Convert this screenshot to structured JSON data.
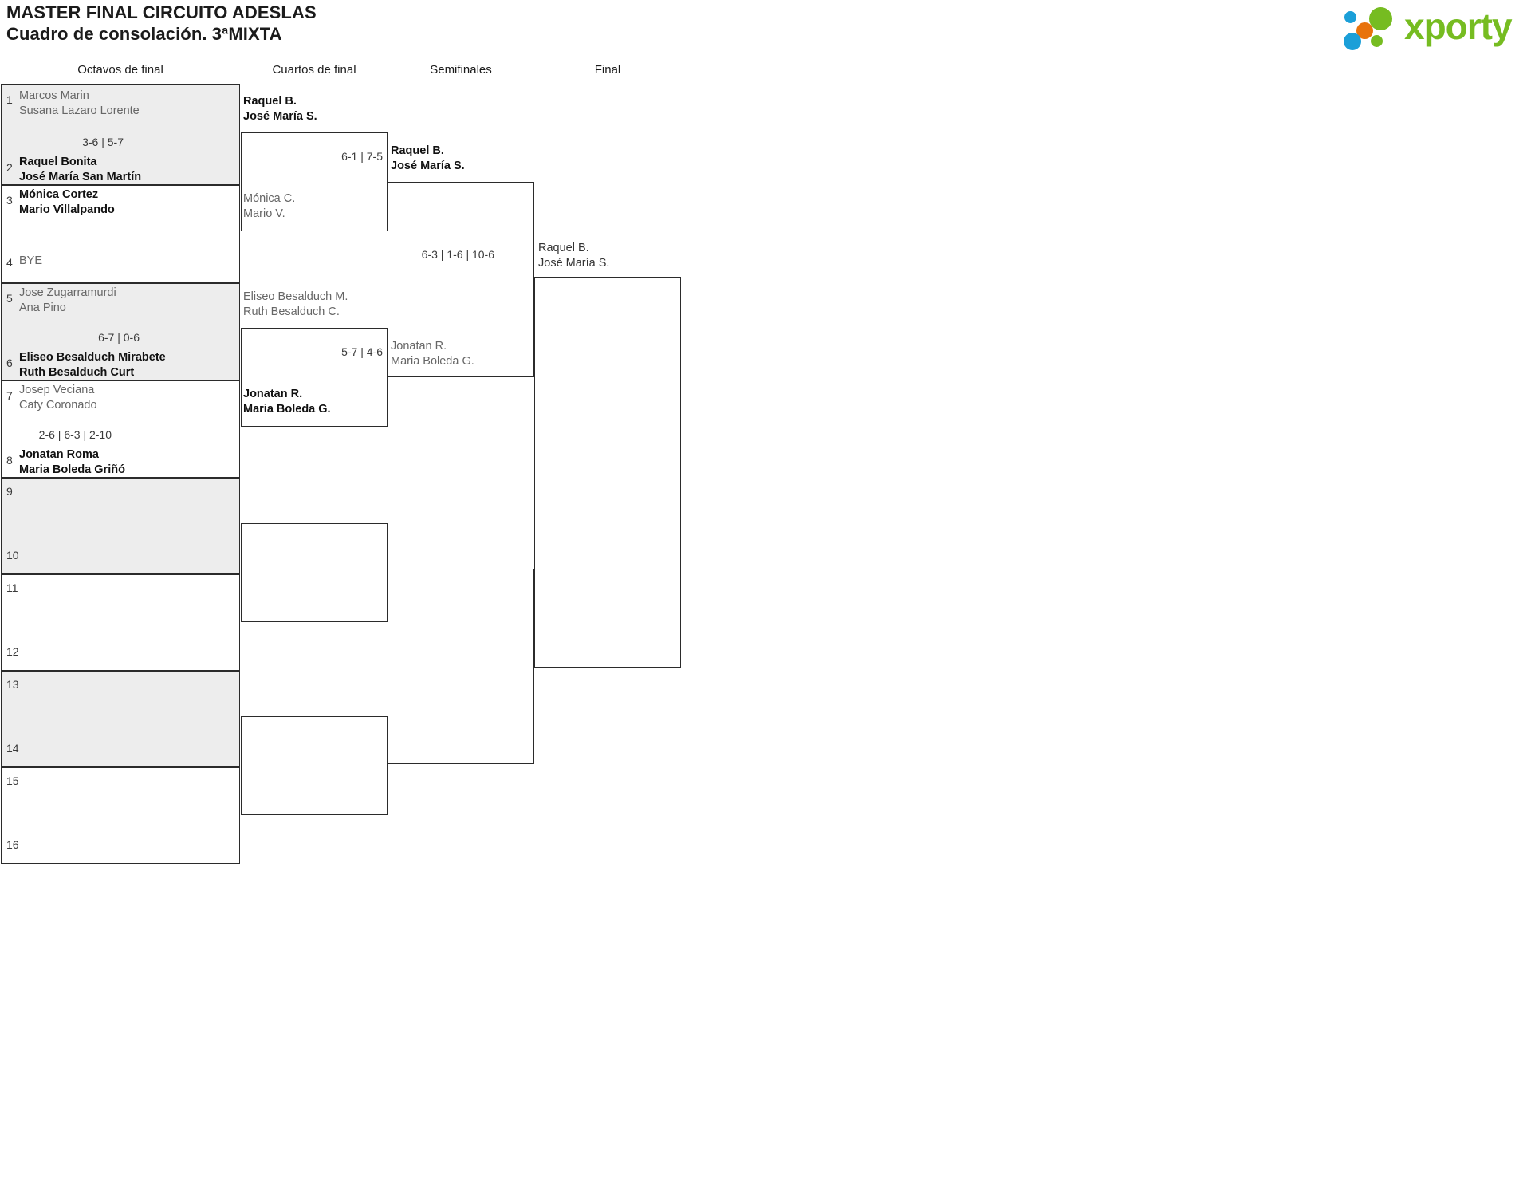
{
  "header": {
    "title_line1": "MASTER FINAL CIRCUITO ADESLAS",
    "title_line2": "Cuadro de consolación. 3ªMIXTA",
    "logo_word": "xporty",
    "logo_colors": {
      "blue": "#1b9fd8",
      "orange": "#e8730c",
      "green": "#76bc21"
    }
  },
  "rounds": [
    {
      "id": "octavos",
      "label": "Octavos de final"
    },
    {
      "id": "cuartos",
      "label": "Cuartos de final"
    },
    {
      "id": "semis",
      "label": "Semifinales"
    },
    {
      "id": "final",
      "label": "Final"
    }
  ],
  "octavos": {
    "slots": [
      {
        "seed": "1",
        "line1": "Marcos Marin",
        "line2": "Susana Lazaro Lorente",
        "state": "loser"
      },
      {
        "seed": "2",
        "line1": "Raquel Bonita",
        "line2": "José María San Martín",
        "state": "winner"
      },
      {
        "seed": "3",
        "line1": "Mónica Cortez",
        "line2": "Mario Villalpando",
        "state": "winner"
      },
      {
        "seed": "4",
        "line1": "BYE",
        "line2": "",
        "state": "bye"
      },
      {
        "seed": "5",
        "line1": "Jose Zugarramurdi",
        "line2": "Ana Pino",
        "state": "loser"
      },
      {
        "seed": "6",
        "line1": "Eliseo Besalduch Mirabete",
        "line2": "Ruth Besalduch Curt",
        "state": "winner"
      },
      {
        "seed": "7",
        "line1": "Josep Veciana",
        "line2": "Caty Coronado",
        "state": "loser"
      },
      {
        "seed": "8",
        "line1": "Jonatan Roma",
        "line2": "Maria Boleda Griñó",
        "state": "winner"
      },
      {
        "seed": "9",
        "line1": "",
        "line2": "",
        "state": "empty"
      },
      {
        "seed": "10",
        "line1": "",
        "line2": "",
        "state": "empty"
      },
      {
        "seed": "11",
        "line1": "",
        "line2": "",
        "state": "empty"
      },
      {
        "seed": "12",
        "line1": "",
        "line2": "",
        "state": "empty"
      },
      {
        "seed": "13",
        "line1": "",
        "line2": "",
        "state": "empty"
      },
      {
        "seed": "14",
        "line1": "",
        "line2": "",
        "state": "empty"
      },
      {
        "seed": "15",
        "line1": "",
        "line2": "",
        "state": "empty"
      },
      {
        "seed": "16",
        "line1": "",
        "line2": "",
        "state": "empty"
      }
    ],
    "scores": [
      {
        "match": "1",
        "text": "3-6 | 5-7"
      },
      {
        "match": "2",
        "text": ""
      },
      {
        "match": "3",
        "text": "6-7 | 0-6"
      },
      {
        "match": "4",
        "text": "2-6 | 6-3 | 2-10"
      },
      {
        "match": "5",
        "text": ""
      },
      {
        "match": "6",
        "text": ""
      },
      {
        "match": "7",
        "text": ""
      },
      {
        "match": "8",
        "text": ""
      }
    ]
  },
  "cuartos": {
    "entries": [
      {
        "line1": "Raquel B.",
        "line2": "José María S.",
        "state": "winner"
      },
      {
        "line1": "Mónica C.",
        "line2": "Mario V.",
        "state": "loser"
      },
      {
        "line1": "Eliseo Besalduch M.",
        "line2": "Ruth Besalduch C.",
        "state": "loser"
      },
      {
        "line1": "Jonatan R.",
        "line2": "Maria Boleda G.",
        "state": "winner"
      },
      {
        "line1": "",
        "line2": "",
        "state": "empty"
      },
      {
        "line1": "",
        "line2": "",
        "state": "empty"
      },
      {
        "line1": "",
        "line2": "",
        "state": "empty"
      },
      {
        "line1": "",
        "line2": "",
        "state": "empty"
      }
    ],
    "scores": [
      {
        "text": "6-1 | 7-5"
      },
      {
        "text": "5-7 | 4-6"
      },
      {
        "text": ""
      },
      {
        "text": ""
      }
    ]
  },
  "semis": {
    "entries": [
      {
        "line1": "Raquel B.",
        "line2": "José María S.",
        "state": "winner"
      },
      {
        "line1": "Jonatan R.",
        "line2": "Maria Boleda G.",
        "state": "loser"
      },
      {
        "line1": "",
        "line2": "",
        "state": "empty"
      },
      {
        "line1": "",
        "line2": "",
        "state": "empty"
      }
    ],
    "scores": [
      {
        "text": "6-3 | 1-6 | 10-6"
      },
      {
        "text": ""
      }
    ]
  },
  "final": {
    "entries": [
      {
        "line1": "Raquel B.",
        "line2": "José María S.",
        "state": "neutral"
      }
    ],
    "scores": [
      {
        "text": ""
      }
    ]
  }
}
